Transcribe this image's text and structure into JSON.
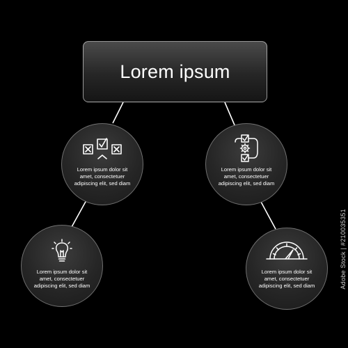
{
  "title": "Lorem ipsum",
  "nodes": [
    {
      "icon": "checkboxes-icon",
      "text": [
        "Lorem ipsum dolor sit",
        "amet, consectetuer",
        "adipiscing elit, sed diam"
      ]
    },
    {
      "icon": "gear-checklist-icon",
      "text": [
        "Lorem ipsum dolor sit",
        "amet, consectetuer",
        "adipiscing elit, sed diam"
      ]
    },
    {
      "icon": "lightbulb-icon",
      "text": [
        "Lorem ipsum dolor sit",
        "amet, consectetuer",
        "adipiscing elit, sed diam"
      ]
    },
    {
      "icon": "speedometer-icon",
      "text": [
        "Lorem ipsum dolor sit",
        "amet, consectetuer",
        "adipiscing elit, sed diam"
      ]
    }
  ],
  "colors": {
    "background": "#000000",
    "box": "#2a2a2a",
    "connector": "#ffffff",
    "text": "#ffffff"
  },
  "watermark": "Adobe Stock | #210035351"
}
